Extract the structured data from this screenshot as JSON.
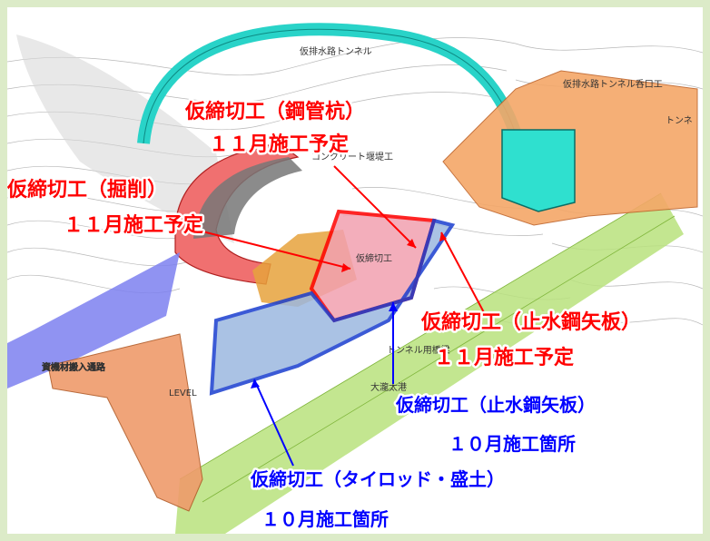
{
  "map": {
    "labels": {
      "tunnel": "仮排水路トンネル",
      "tunnel_outlet": "仮排水路トンネル呑口工",
      "tunnel_right_cut": "トンネ",
      "concrete_dam": "コンクリート堰堤工",
      "temp_cofferdam_box": "仮締切工",
      "material_road": "資機材搬入通路",
      "tunnel_bridge": "トンネル用橋梁",
      "level": "LEVEL",
      "oshima": "大瀧太港"
    }
  },
  "annotations": {
    "steel_pipe": {
      "line1": "仮締切工（鋼管杭）",
      "line2": "１１月施工予定",
      "color": "#ff0000"
    },
    "excavation": {
      "line1": "仮締切工（掘削）",
      "line2": "１１月施工予定",
      "color": "#ff0000"
    },
    "sheet_pile_nov": {
      "line1": "仮締切工（止水鋼矢板）",
      "line2": "１１月施工予定",
      "color": "#ff0000"
    },
    "sheet_pile_oct": {
      "line1": "仮締切工（止水鋼矢板）",
      "line2": "１０月施工箇所",
      "color": "#0000ff"
    },
    "tie_rod": {
      "line1": "仮締切工（タイロッド・盛土）",
      "line2": "１０月施工箇所",
      "color": "#0000ff"
    }
  }
}
